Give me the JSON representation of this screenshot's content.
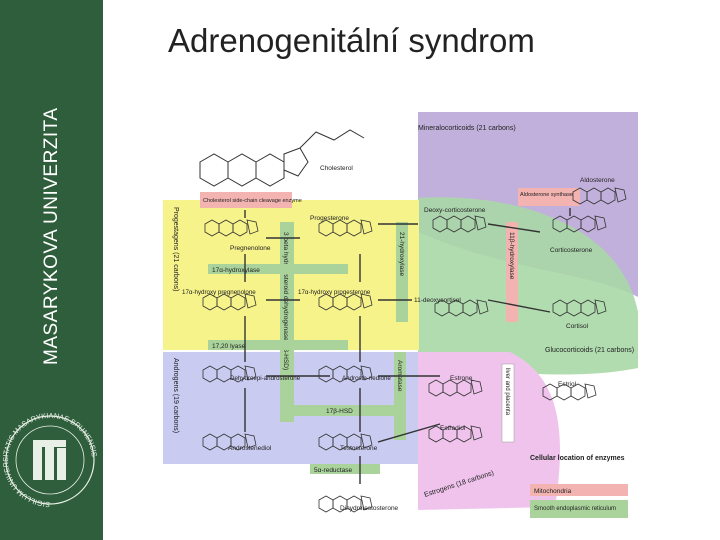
{
  "sidebar": {
    "university": "MASARYKOVA UNIVERZITA",
    "seal_text": "SIGILLUM UNIVERSITATIS MASARYKIANAE BRUNENSIS"
  },
  "slide": {
    "title": "Adrenogenitální syndrom"
  },
  "colors": {
    "sidebar": "#2f5e3c",
    "mineralocorticoids": "#b7a2d6",
    "glucocorticoids": "#a8d8a6",
    "progestagens": "#f6f38a",
    "androgens": "#c9cbf1",
    "estrogens": "#efc3ec",
    "enzyme_mito": "#f3b3b1",
    "enzyme_er": "#a9d39b"
  },
  "diagram": {
    "cholesterol": "Cholesterol",
    "side_chain_enzyme": "Cholesterol side-chain cleavage enzyme",
    "groups": {
      "progestagens": "Progestagens (21 carbons)",
      "androgens": "Androgens (19 carbons)",
      "mineralocorticoids": "Mineralocorticoids (21 carbons)",
      "glucocorticoids": "Glucocorticoids (21 carbons)",
      "estrogens": "Estrogens (18 carbons)"
    },
    "compounds": {
      "pregnenolone": "Pregnenolone",
      "progesterone": "Progesterone",
      "deoxycorticosterone": "Deoxy-corticosterone",
      "corticosterone": "Corticosterone",
      "aldosterone": "Aldosterone",
      "hydroxypregnenolone": "17α-hydroxy pregnenolone",
      "hydroxyprogesterone": "17α-hydroxy progesterone",
      "deoxycortisol": "11-deoxycortisol",
      "cortisol": "Cortisol",
      "dhea": "Dehydroepi-androsterone",
      "androstenedione": "Androste-nedione",
      "estrone": "Estrone",
      "androstenediol": "Androstenediol",
      "testosterone": "Testosterone",
      "estradiol": "Estradiol",
      "dht": "Dihydrotestosterone",
      "estriol": "Estriol"
    },
    "enzymes": {
      "hsd3b": "3 beta hydroxysteroid dehydrogenase (3β-HSD)",
      "hydroxylase21": "21-hydroxylase",
      "hydroxylase11b": "11β-hydroxylase",
      "hydroxylase17": "17α-hydroxylase",
      "lyase": "17,20 lyase",
      "hsd17b": "17β-HSD",
      "aromatase": "Aromatase",
      "reductase": "5α-reductase",
      "aldo_synthase": "Aldosterone synthase",
      "liver_placenta": "liver and placenta"
    },
    "legend": {
      "title": "Cellular location of enzymes",
      "mito": "Mitochondria",
      "er": "Smooth endoplasmic reticulum"
    }
  }
}
